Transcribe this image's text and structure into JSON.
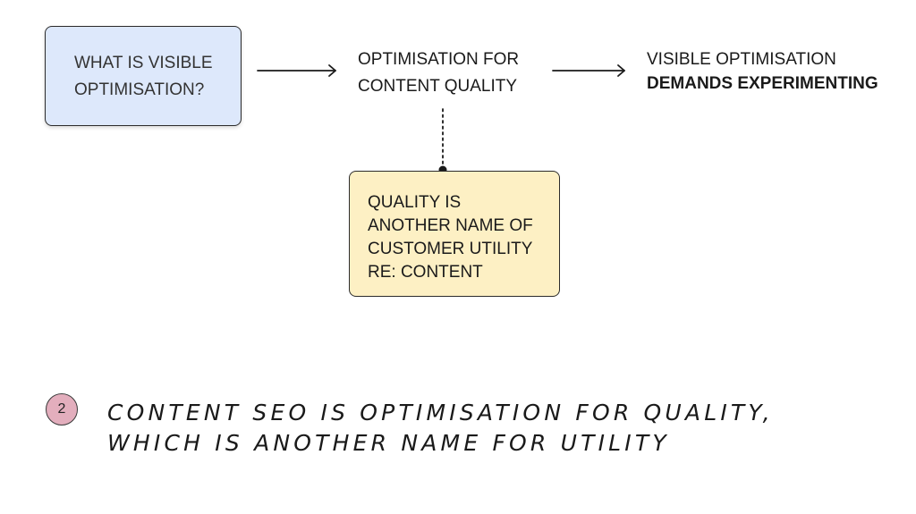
{
  "diagram": {
    "question_box": {
      "lines": [
        "WHAT IS VISIBLE",
        "OPTIMISATION?"
      ]
    },
    "middle_node": {
      "lines": [
        "OPTIMISATION FOR",
        "CONTENT QUALITY"
      ]
    },
    "right_node": {
      "line1": "VISIBLE OPTIMISATION",
      "line2_bold": "DEMANDS EXPERIMENTING"
    },
    "note_box": {
      "lines": [
        "QUALITY IS",
        "ANOTHER NAME OF",
        "CUSTOMER UTILITY",
        "RE: CONTENT"
      ]
    },
    "colors": {
      "question_box_fill": "#dde8fb",
      "note_box_fill": "#fdf0c4",
      "badge_fill": "#e3aebd",
      "stroke": "#1a1a1a"
    }
  },
  "footer": {
    "step_number": "2",
    "caption_lines": [
      "CONTENT SEO IS OPTIMISATION FOR QUALITY,",
      "WHICH IS ANOTHER NAME FOR UTILITY"
    ]
  }
}
